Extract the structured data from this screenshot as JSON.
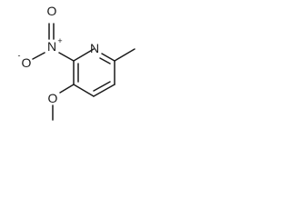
{
  "molecule": {
    "atoms": {
      "ring_nitrogen": "N",
      "nitro_nitrogen": "N",
      "nitro_charge": "+",
      "nitro_oxygen_top": "O",
      "nitro_oxygen_left": "O",
      "nitro_oxygen_charge": "-",
      "methoxy_oxygen": "O"
    }
  }
}
